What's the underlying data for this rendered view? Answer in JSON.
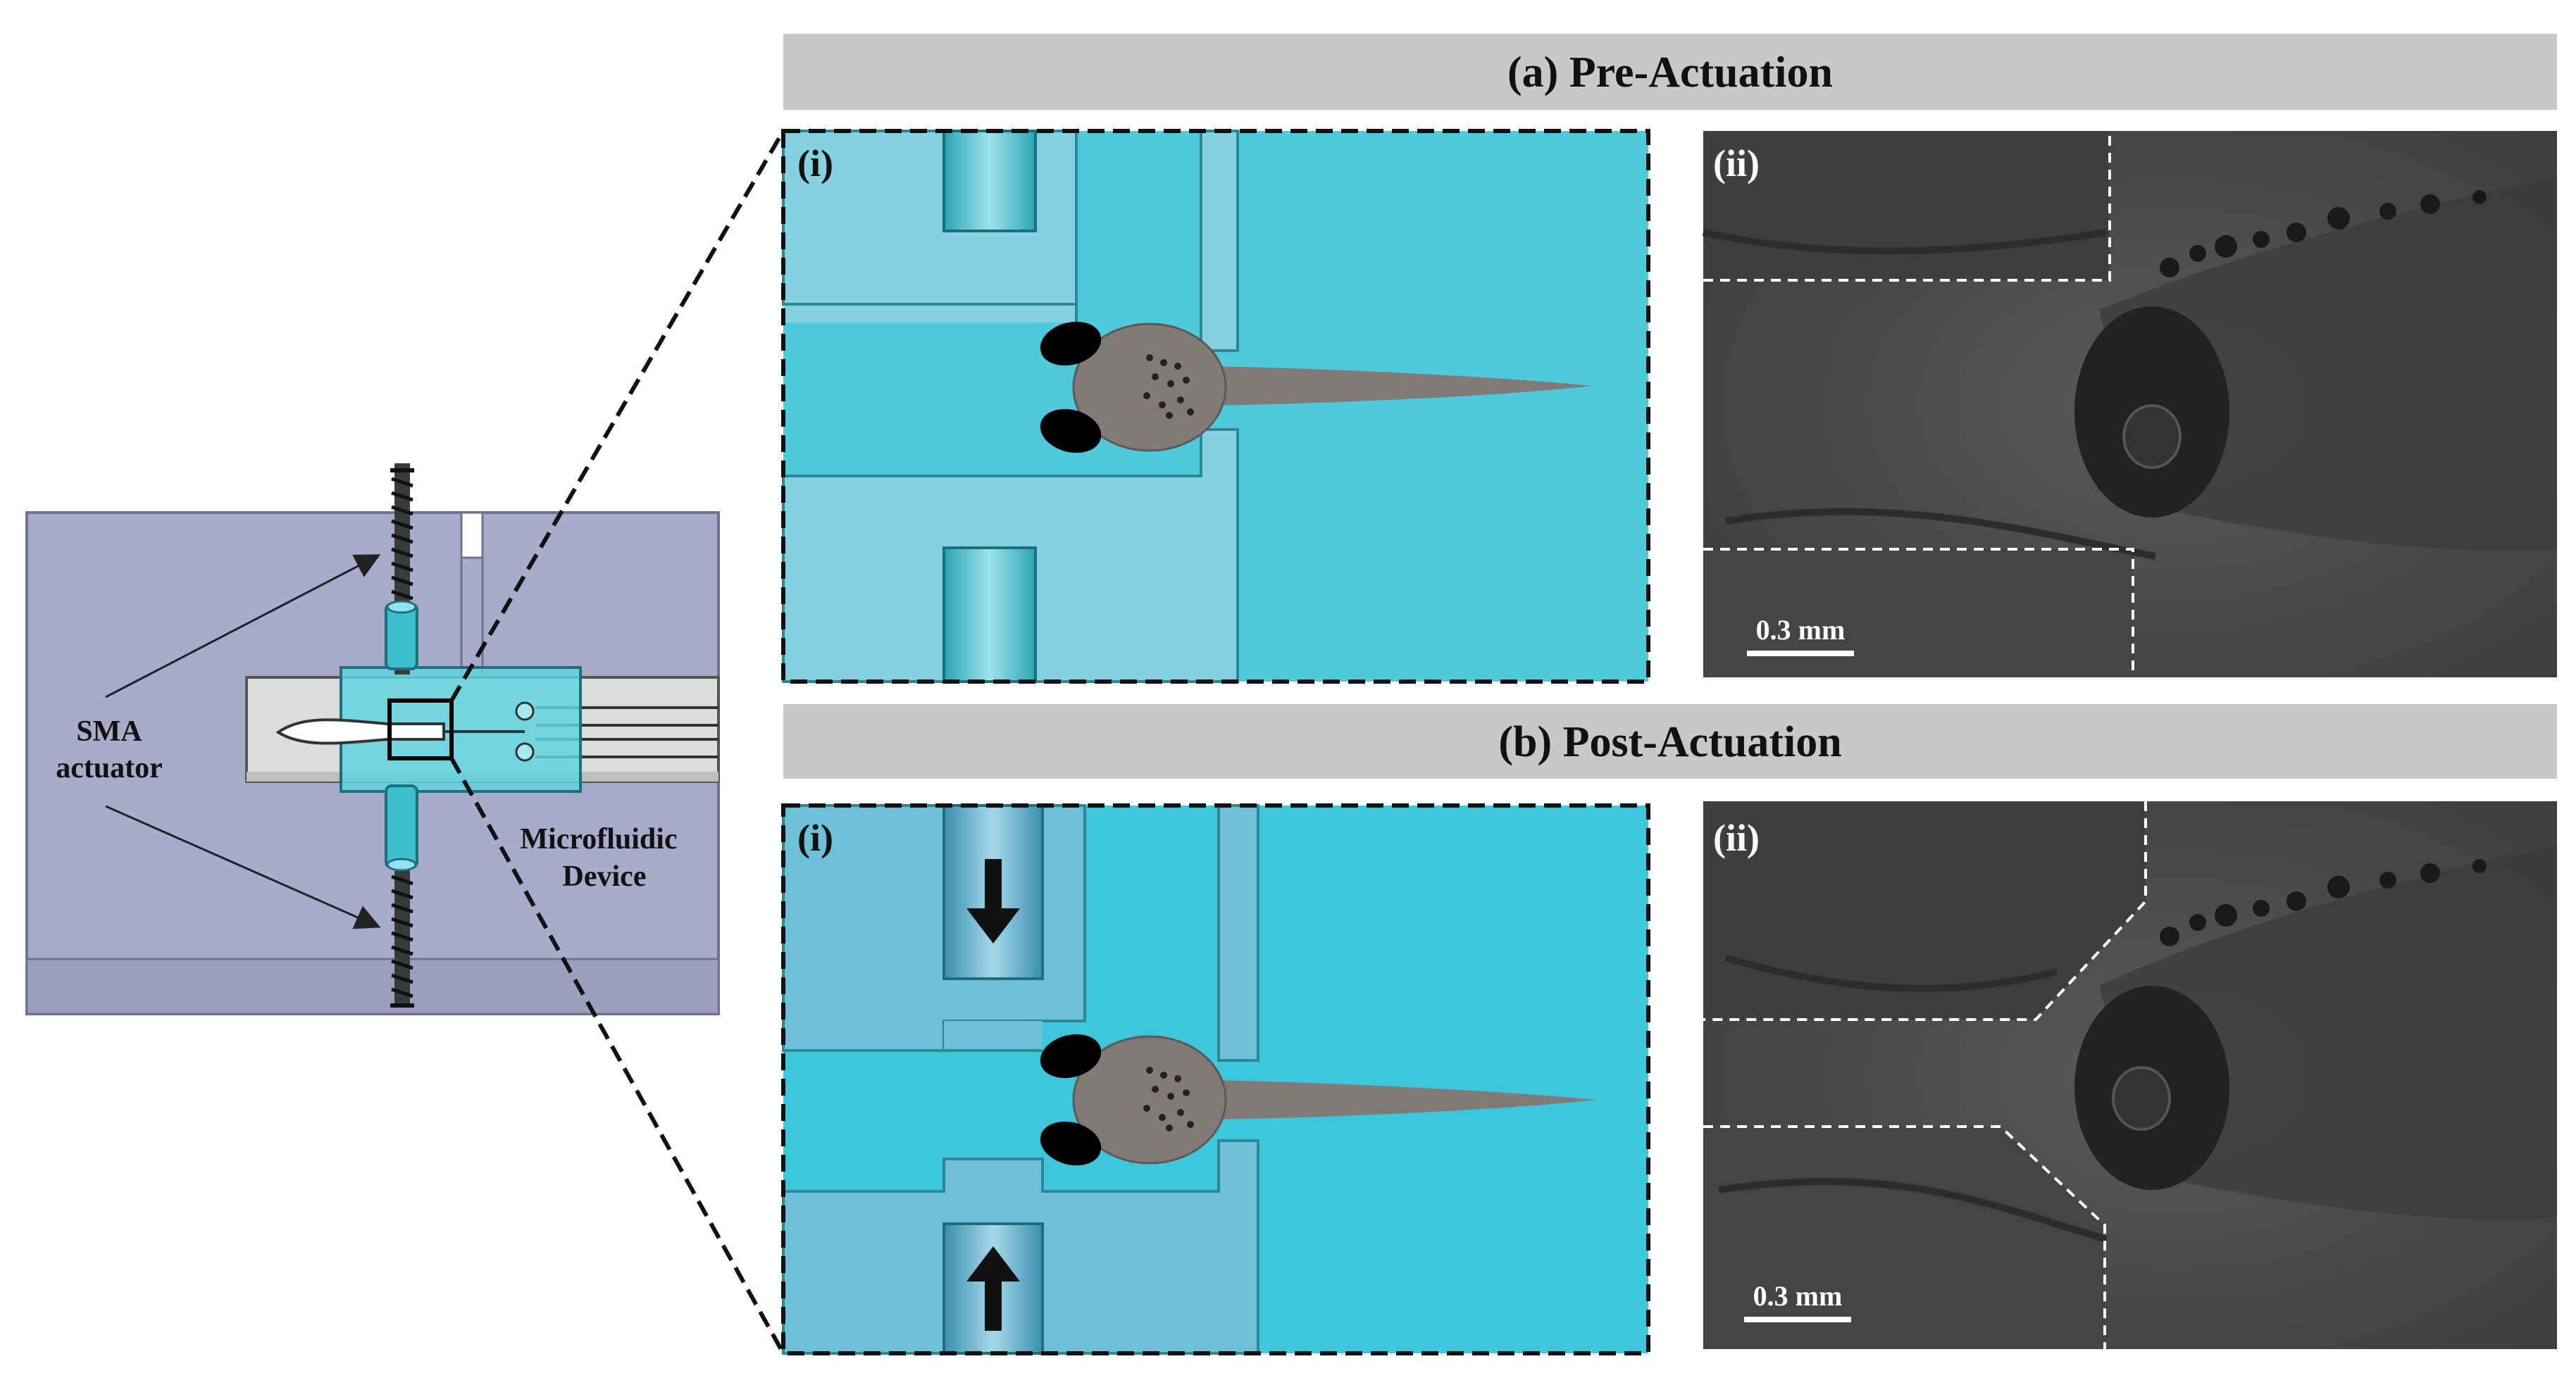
{
  "left_panel": {
    "label_sma_line1": "SMA",
    "label_sma_line2": "actuator",
    "label_device_line1": "Microfluidic",
    "label_device_line2": "Device"
  },
  "panel_a": {
    "banner": "(a) Pre-Actuation",
    "label_i": "(i)",
    "label_ii": "(ii)",
    "scale_bar": "0.3 mm"
  },
  "panel_b": {
    "banner": "(b) Post-Actuation",
    "label_i": "(i)",
    "label_ii": "(ii)",
    "scale_bar": "0.3 mm"
  },
  "colors": {
    "banner_gray": "#c8c8c8",
    "channel_cyan": "#4ec9dc",
    "chamber_light": "#86d1df",
    "larva_gray": "#807a78",
    "mount_purple": "#a8abc9",
    "micrograph_gray": "#4a4a4a"
  }
}
